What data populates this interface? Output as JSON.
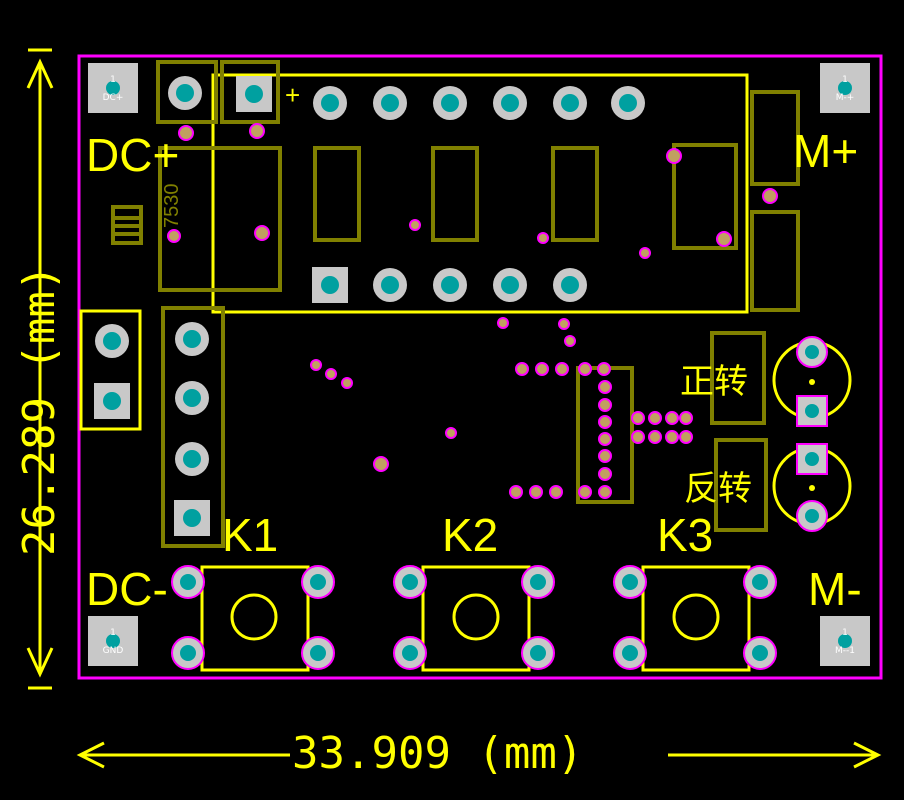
{
  "labels": {
    "dc_plus": "DC+",
    "dc_minus": "DC-",
    "m_plus": "M+",
    "m_minus": "M-",
    "k1": "K1",
    "k2": "K2",
    "k3": "K3",
    "forward": "正转",
    "reverse": "反转",
    "plus_sign": "+",
    "chip": "7530"
  },
  "corner_pads": {
    "tl": {
      "num": "1",
      "name": "DC+"
    },
    "tr": {
      "num": "1",
      "name": "M-+"
    },
    "bl": {
      "num": "1",
      "name": "GND"
    },
    "br": {
      "num": "1",
      "name": "M--1"
    }
  },
  "dimensions": {
    "width": "33.909 (mm)",
    "height": "26.289 (mm)"
  },
  "colors": {
    "background": "#000000",
    "outline": "#ff00ff",
    "silkscreen": "#ffff00",
    "component_outline": "#808000",
    "pad_copper": "#c8c8c8",
    "pad_hole": "#00a0a0",
    "via_copper": "#c0a060",
    "via_ring": "#ff00ff"
  }
}
